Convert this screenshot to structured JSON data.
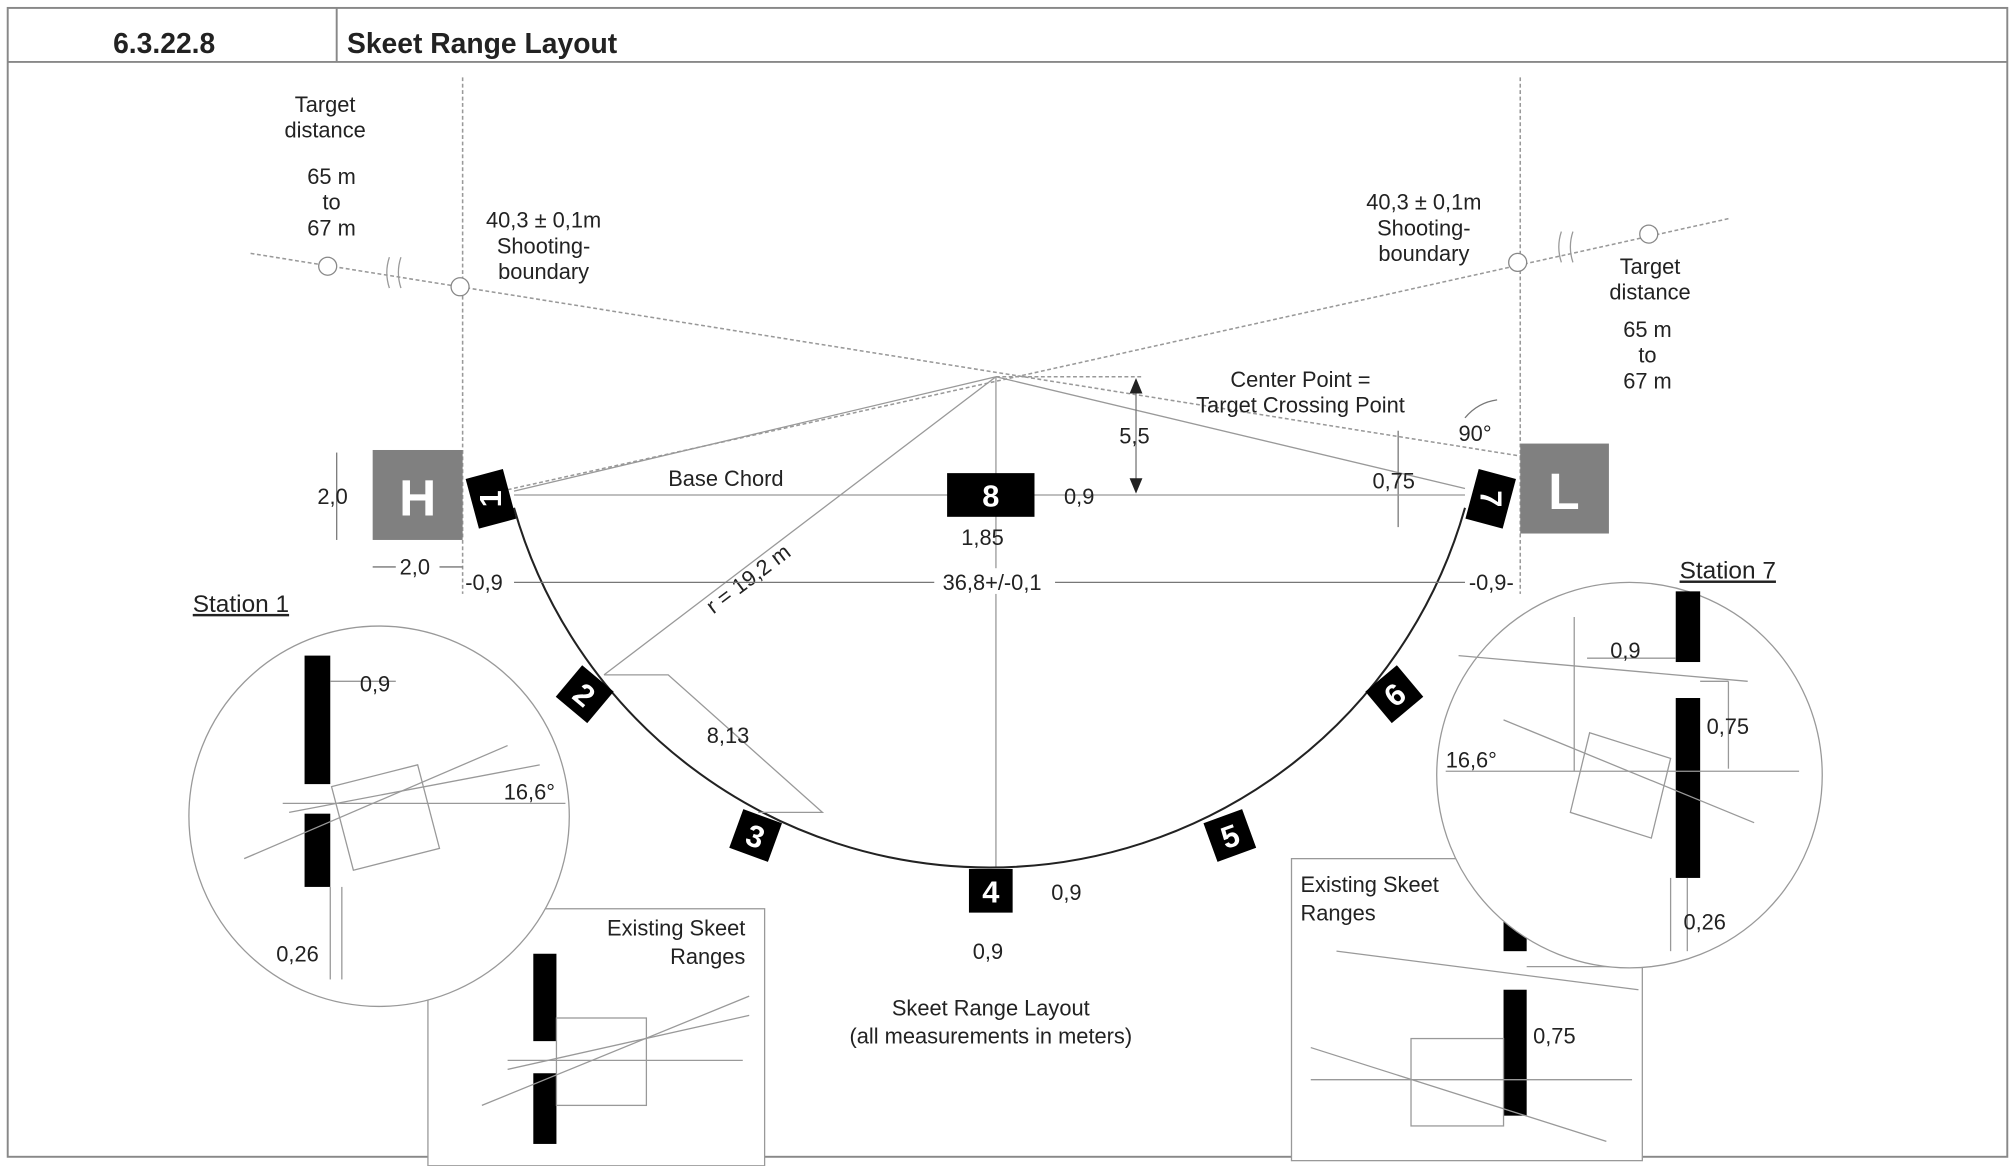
{
  "header": {
    "section": "6.3.22.8",
    "title": "Skeet Range Layout"
  },
  "labels": {
    "target_distance_left": [
      "Target",
      "distance",
      "65 m",
      "to",
      "67 m"
    ],
    "target_distance_right": [
      "Target",
      "distance",
      "65 m",
      "to",
      "67 m"
    ],
    "boundary_left": [
      "40,3 ± 0,1m",
      "Shooting-",
      "boundary"
    ],
    "boundary_right": [
      "40,3 ± 0,1m",
      "Shooting-",
      "boundary"
    ],
    "center_point": [
      "Center  Point  =",
      "Target  Crossing  Point"
    ],
    "base_chord": "Base  Chord",
    "radius": "r  =  19,2  m",
    "chord_dist": "8,13",
    "width": "36,8+/-0,1",
    "h_height": "2,0",
    "h_width": "2,0",
    "offset_left": "-0,9",
    "offset_right": "-0,9-",
    "st8_height": "0,9",
    "st8_width": "1,85",
    "height_5_5": "5,5",
    "height_0_75": "0,75",
    "angle_90": "90°",
    "st4_height": "0,9",
    "st4_width": "0,9",
    "caption": [
      "Skeet Range Layout",
      "(all measurements in meters)"
    ]
  },
  "houses": {
    "high": "H",
    "low": "L"
  },
  "stations": [
    "1",
    "2",
    "3",
    "4",
    "5",
    "6",
    "7",
    "8"
  ],
  "detail_station1": {
    "title": "Station 1",
    "d1": "0,9",
    "angle": "16,6°",
    "d2": "0,26"
  },
  "detail_station7": {
    "title": "Station 7",
    "d1": "0,9",
    "d2": "0,75",
    "angle": "16,6°",
    "d3": "0,26"
  },
  "inset_left": {
    "title": [
      "Existing Skeet",
      "Ranges"
    ]
  },
  "inset_right": {
    "title": [
      "Existing Skeet",
      "Ranges"
    ],
    "d1": "0,75"
  },
  "colors": {
    "house": "#808080",
    "station": "#000000"
  }
}
